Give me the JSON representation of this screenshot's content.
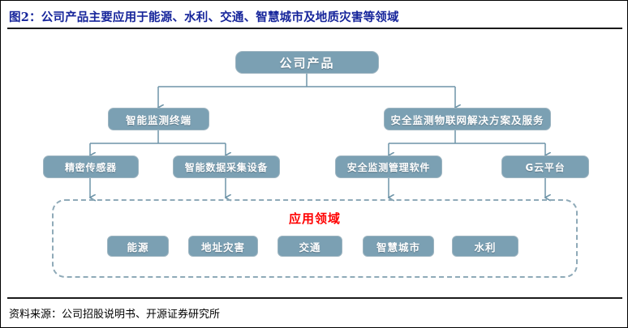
{
  "header": {
    "title": "图2：公司产品主要应用于能源、水利、交通、智慧城市及地质灾害等领域",
    "title_color": "#16259B"
  },
  "footer": {
    "source": "资料来源：公司招股说明书、开源证券研究所"
  },
  "diagram": {
    "box_fill": "#7BA0B3",
    "box_border": "#9DB4C0",
    "connector_color": "#6E94A8",
    "dashed_border_color": "#8FAAB8",
    "app_title_color": "#FF0000",
    "root": {
      "label": "公司产品"
    },
    "level2": [
      {
        "label": "智能监测终端"
      },
      {
        "label": "安全监测物联网解决方案及服务"
      }
    ],
    "level3": [
      {
        "label": "精密传感器"
      },
      {
        "label": "智能数据采集设备"
      },
      {
        "label": "安全监测管理软件"
      },
      {
        "label": "G云平台"
      }
    ],
    "app_area": {
      "title": "应用领域",
      "items": [
        {
          "label": "能源"
        },
        {
          "label": "地址灾害"
        },
        {
          "label": "交通"
        },
        {
          "label": "智慧城市"
        },
        {
          "label": "水利"
        }
      ]
    }
  }
}
